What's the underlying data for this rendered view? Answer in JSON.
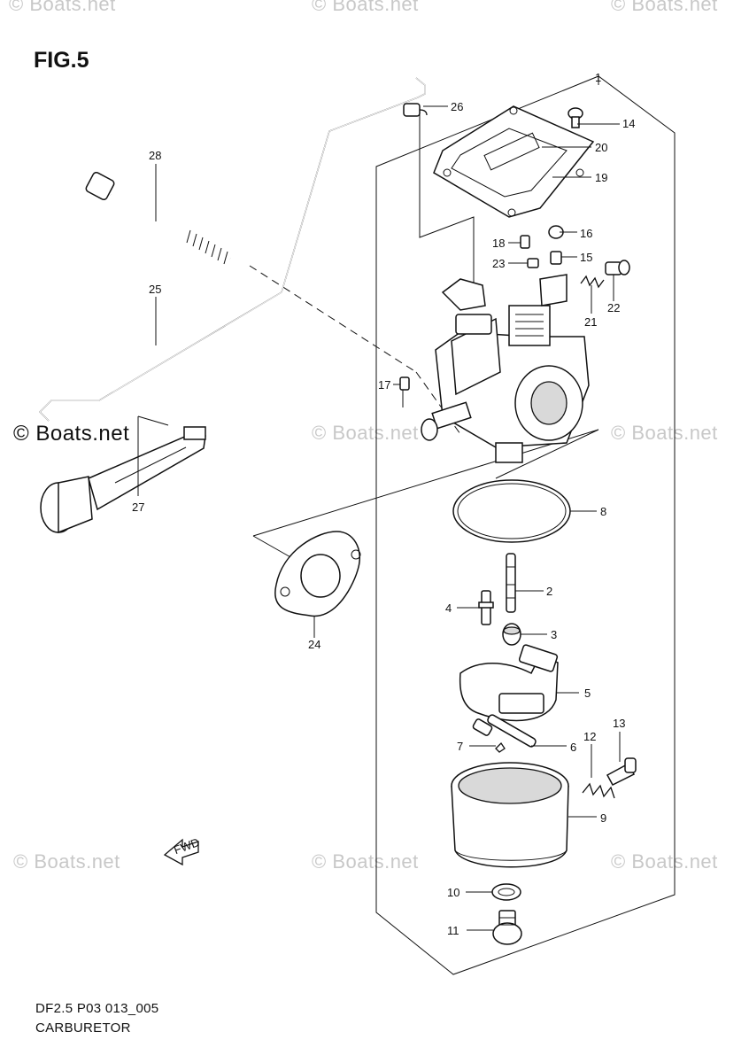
{
  "figure": {
    "title": "FIG.5",
    "code": "DF2.5 P03 013_005",
    "name": "CARBURETOR"
  },
  "watermarks": [
    {
      "text": "© Boats.net",
      "style": "light"
    },
    {
      "text": "© Boats.net",
      "style": "light"
    },
    {
      "text": "© Boats.net",
      "style": "light"
    },
    {
      "text": "© Boats.net",
      "style": "dark"
    },
    {
      "text": "© Boats.net",
      "style": "light"
    },
    {
      "text": "© Boats.net",
      "style": "light"
    },
    {
      "text": "© Boats.net",
      "style": "light"
    },
    {
      "text": "© Boats.net",
      "style": "light"
    },
    {
      "text": "© Boats.net",
      "style": "light"
    }
  ],
  "callouts": [
    {
      "id": "c1",
      "label": "1"
    },
    {
      "id": "c2",
      "label": "2"
    },
    {
      "id": "c3",
      "label": "3"
    },
    {
      "id": "c4",
      "label": "4"
    },
    {
      "id": "c5",
      "label": "5"
    },
    {
      "id": "c6",
      "label": "6"
    },
    {
      "id": "c7",
      "label": "7"
    },
    {
      "id": "c8",
      "label": "8"
    },
    {
      "id": "c9",
      "label": "9"
    },
    {
      "id": "c10",
      "label": "10"
    },
    {
      "id": "c11",
      "label": "11"
    },
    {
      "id": "c12",
      "label": "12"
    },
    {
      "id": "c13",
      "label": "13"
    },
    {
      "id": "c14",
      "label": "14"
    },
    {
      "id": "c15",
      "label": "15"
    },
    {
      "id": "c16",
      "label": "16"
    },
    {
      "id": "c17",
      "label": "17"
    },
    {
      "id": "c18",
      "label": "18"
    },
    {
      "id": "c19",
      "label": "19"
    },
    {
      "id": "c20",
      "label": "20"
    },
    {
      "id": "c21",
      "label": "21"
    },
    {
      "id": "c22",
      "label": "22"
    },
    {
      "id": "c23",
      "label": "23"
    },
    {
      "id": "c24",
      "label": "24"
    },
    {
      "id": "c25",
      "label": "25"
    },
    {
      "id": "c26",
      "label": "26"
    },
    {
      "id": "c27",
      "label": "27"
    },
    {
      "id": "c28",
      "label": "28"
    }
  ],
  "fwd_arrow": {
    "label": "FWD",
    "icon": "forward-arrow-icon"
  }
}
